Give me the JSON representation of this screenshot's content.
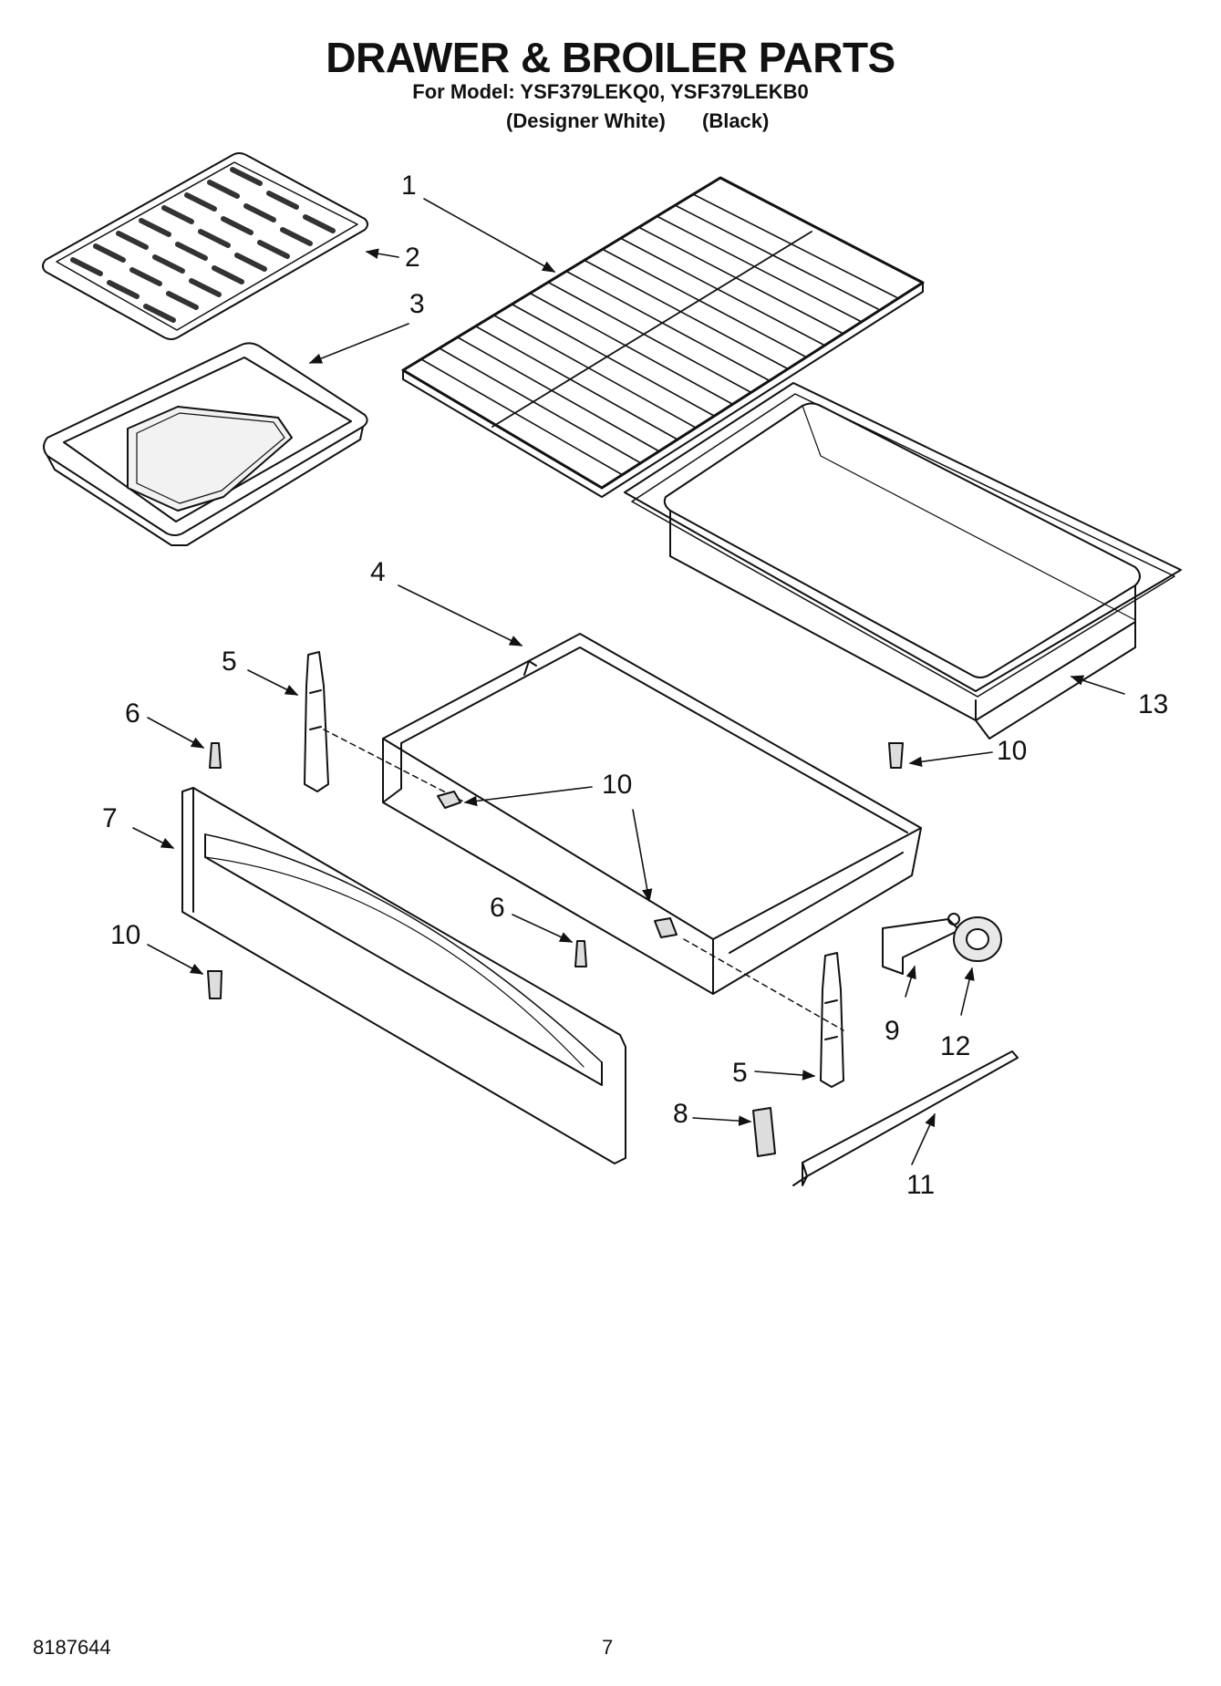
{
  "header": {
    "title": "DRAWER & BROILER PARTS",
    "model_line": "For Model: YSF379LEKQ0, YSF379LEKB0",
    "variant_1": "(Designer White)",
    "variant_2": "(Black)"
  },
  "callouts": [
    "1",
    "2",
    "3",
    "4",
    "5",
    "6",
    "7",
    "8",
    "9",
    "10",
    "11",
    "12",
    "13"
  ],
  "parts": [
    {
      "number": "1",
      "icon": "broiler-grid-icon"
    },
    {
      "number": "2",
      "icon": "broiler-pan-grid-icon"
    },
    {
      "number": "3",
      "icon": "broiler-pan-icon"
    },
    {
      "number": "4",
      "icon": "drawer-icon"
    },
    {
      "number": "5",
      "icon": "drawer-slide-bracket-icon"
    },
    {
      "number": "6",
      "icon": "stud-icon"
    },
    {
      "number": "7",
      "icon": "drawer-panel-icon"
    },
    {
      "number": "8",
      "icon": "bracket-icon"
    },
    {
      "number": "9",
      "icon": "roller-bracket-icon"
    },
    {
      "number": "10",
      "icon": "screw-icon"
    },
    {
      "number": "11",
      "icon": "drawer-rail-icon"
    },
    {
      "number": "12",
      "icon": "roller-icon"
    },
    {
      "number": "13",
      "icon": "drawer-liner-icon"
    }
  ],
  "footer": {
    "doc_number": "8187644",
    "page_number": "7"
  }
}
